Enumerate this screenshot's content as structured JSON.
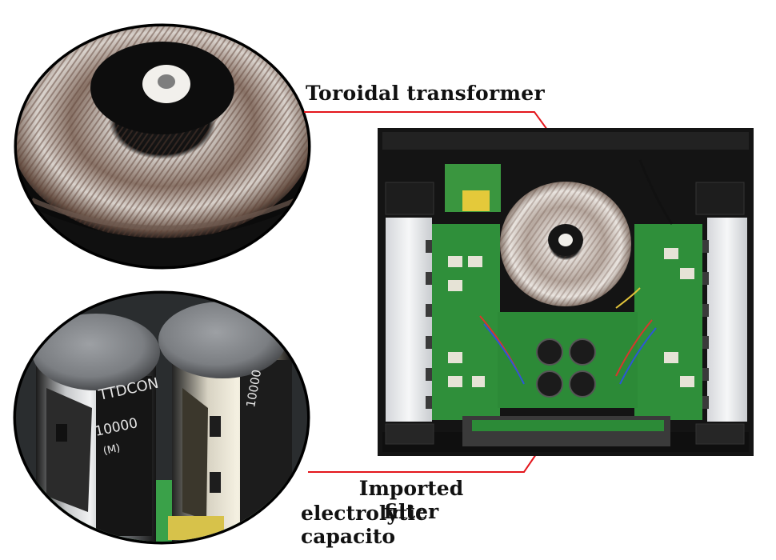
{
  "annotations": {
    "transformer_label": "Toroidal transformer",
    "capacitor_label_line1": "Imported filter",
    "capacitor_label_line2": "electrolytic capacito"
  },
  "capacitor_print": {
    "brand": "TTDCON",
    "value": "10000",
    "code": "(M)"
  },
  "colors": {
    "leader_line": "#e3171d",
    "chassis": "#1a1a1a",
    "pcb": "#2f8f3a",
    "heatsink": "#e8e8ea",
    "copper": "#b87a55"
  },
  "icons": [
    "toroidal-transformer-closeup",
    "capacitor-closeup",
    "amplifier-interior-photo"
  ]
}
